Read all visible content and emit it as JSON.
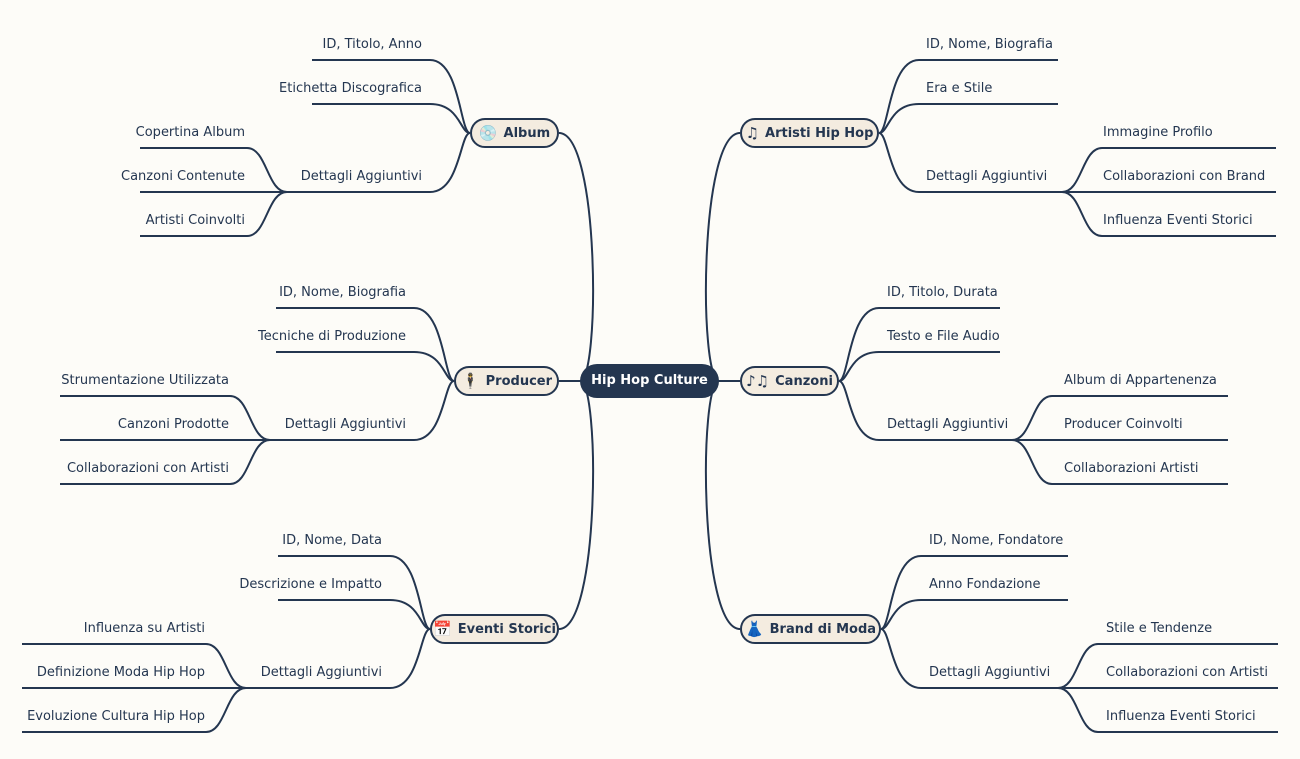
{
  "center": "Hip Hop Culture",
  "line_color": "#243650",
  "branches": {
    "album": {
      "label": "Album",
      "icon": "cd-icon",
      "glyph": "💿",
      "leaves": [
        "ID, Titolo, Anno",
        "Etichetta Discografica"
      ],
      "sub": {
        "label": "Dettagli Aggiuntivi",
        "leaves": [
          "Copertina Album",
          "Canzoni Contenute",
          "Artisti Coinvolti"
        ]
      }
    },
    "producer": {
      "label": "Producer",
      "icon": "producer-icon",
      "glyph": "🕴",
      "leaves": [
        "ID, Nome, Biografia",
        "Tecniche di Produzione"
      ],
      "sub": {
        "label": "Dettagli Aggiuntivi",
        "leaves": [
          "Strumentazione Utilizzata",
          "Canzoni Prodotte",
          "Collaborazioni con Artisti"
        ]
      }
    },
    "eventi": {
      "label": "Eventi Storici",
      "icon": "calendar-icon",
      "glyph": "📅",
      "leaves": [
        "ID, Nome, Data",
        "Descrizione e Impatto"
      ],
      "sub": {
        "label": "Dettagli Aggiuntivi",
        "leaves": [
          "Influenza su Artisti",
          "Definizione Moda Hip Hop",
          "Evoluzione Cultura Hip Hop"
        ]
      }
    },
    "artisti": {
      "label": "Artisti Hip Hop",
      "icon": "music-note-icon",
      "glyph": "♫",
      "leaves": [
        "ID, Nome, Biografia",
        "Era e Stile"
      ],
      "sub": {
        "label": "Dettagli Aggiuntivi",
        "leaves": [
          "Immagine Profilo",
          "Collaborazioni con Brand",
          "Influenza Eventi Storici"
        ]
      }
    },
    "canzoni": {
      "label": "Canzoni",
      "icon": "music-notes-icon",
      "glyph": "♪♫",
      "leaves": [
        "ID, Titolo, Durata",
        "Testo e File Audio"
      ],
      "sub": {
        "label": "Dettagli Aggiuntivi",
        "leaves": [
          "Album di Appartenenza",
          "Producer Coinvolti",
          "Collaborazioni Artisti"
        ]
      }
    },
    "brand": {
      "label": "Brand di Moda",
      "icon": "dress-icon",
      "glyph": "👗",
      "leaves": [
        "ID, Nome, Fondatore",
        "Anno Fondazione"
      ],
      "sub": {
        "label": "Dettagli Aggiuntivi",
        "leaves": [
          "Stile e Tendenze",
          "Collaborazioni con Artisti",
          "Influenza Eventi Storici"
        ]
      }
    }
  }
}
